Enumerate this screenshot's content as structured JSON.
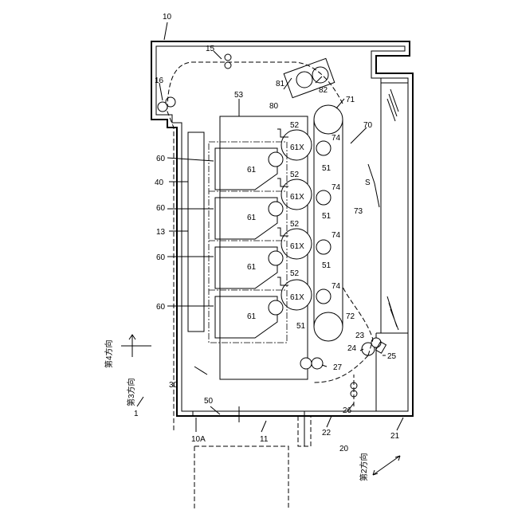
{
  "labels": {
    "l10": "10",
    "l15": "15",
    "l16": "16",
    "l53": "53",
    "l81": "81",
    "l82": "82",
    "l80": "80",
    "l71": "71",
    "l70": "70",
    "l52": "52",
    "l61X": "61X",
    "l74": "74",
    "l51": "51",
    "l61": "61",
    "l60": "60",
    "l40": "40",
    "l13": "13",
    "l73": "73",
    "lS": "S",
    "l72": "72",
    "l23": "23",
    "l24": "24",
    "l25": "25",
    "l27": "27",
    "l30": "30",
    "l50": "50",
    "l10A": "10A",
    "l11": "11",
    "l22": "22",
    "l26": "26",
    "l21": "21",
    "l20": "20",
    "l1": "1",
    "dir4": "第4方向",
    "dir3": "第3方向",
    "dir2": "第2方向"
  }
}
